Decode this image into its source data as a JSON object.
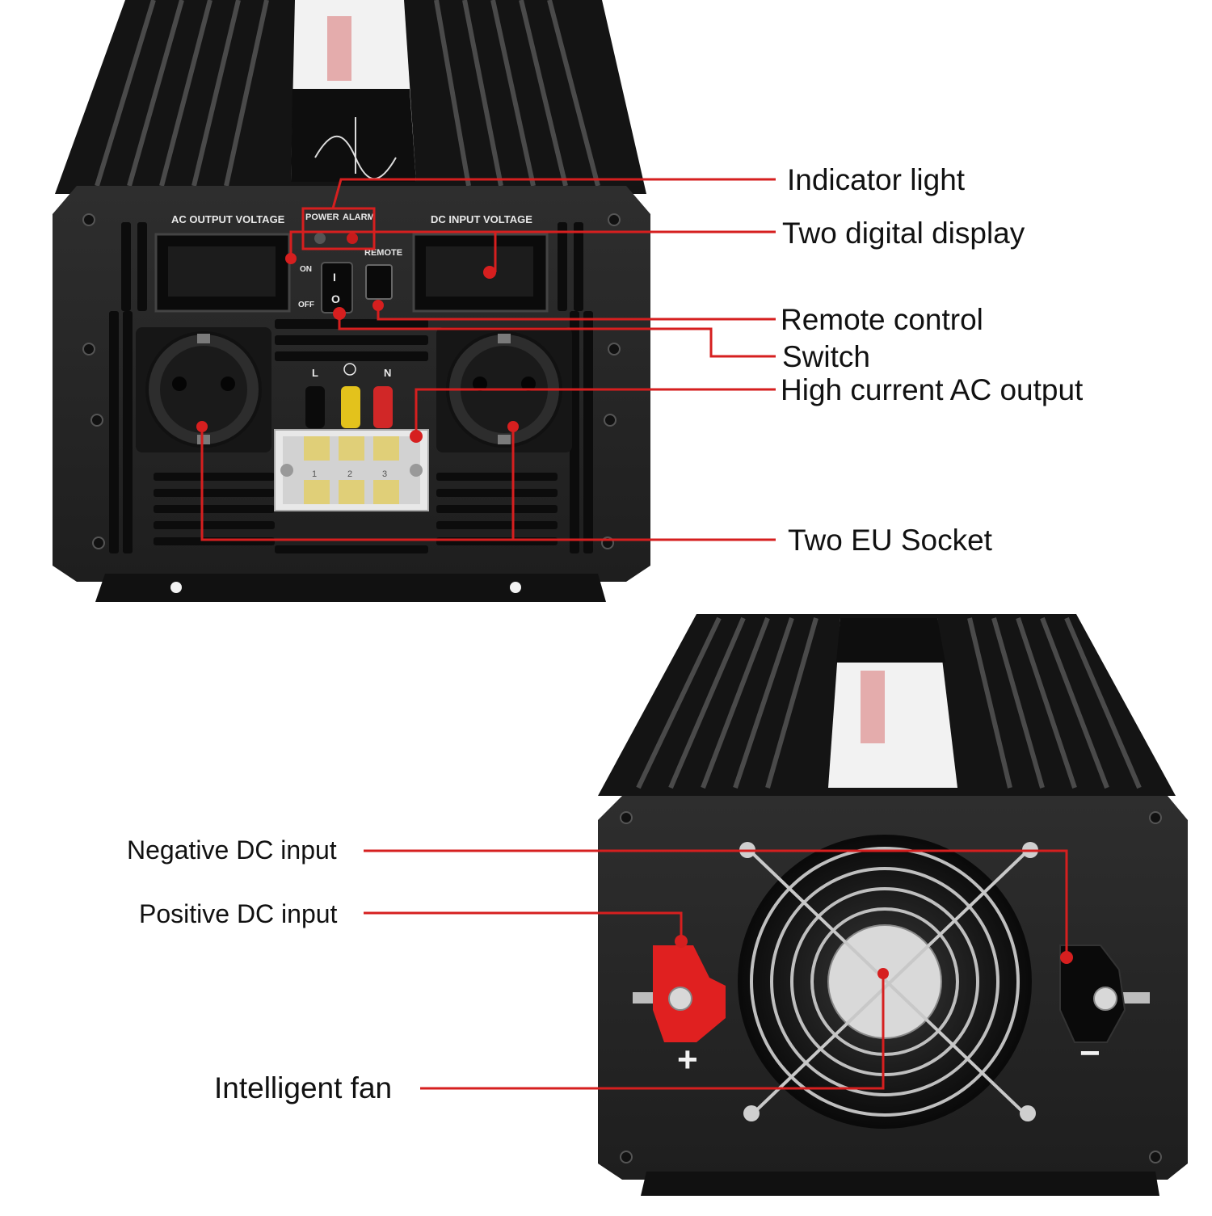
{
  "colors": {
    "callout_line": "#d61f1f",
    "body_dark": "#1b1b1b",
    "body_mid": "#2a2a2a",
    "panel": "#262626",
    "label_white": "#f2f2f2"
  },
  "front_panel": {
    "ac_output_label": "AC  OUTPUT   VOLTAGE",
    "dc_input_label": "DC  INPUT   VOLTAGE",
    "power_label": "POWER",
    "alarm_label": "ALARM",
    "remote_label": "REMOTE",
    "on_label": "ON",
    "off_label": "OFF",
    "switch_on_mark": "I",
    "switch_off_mark": "O",
    "line_label": "L",
    "neutral_label": "N",
    "terminal_numbers": [
      "1",
      "2",
      "3"
    ]
  },
  "rear_panel": {
    "plus_label": "+",
    "minus_label": "−"
  },
  "callouts": {
    "indicator_light": "Indicator light",
    "two_digital_display": "Two digital display",
    "remote_control": "Remote control",
    "switch": "Switch",
    "high_current_ac_output": "High current AC output",
    "two_eu_socket": "Two EU Socket",
    "negative_dc_input": "Negative DC input",
    "positive_dc_input": "Positive DC input",
    "intelligent_fan": "Intelligent fan"
  }
}
